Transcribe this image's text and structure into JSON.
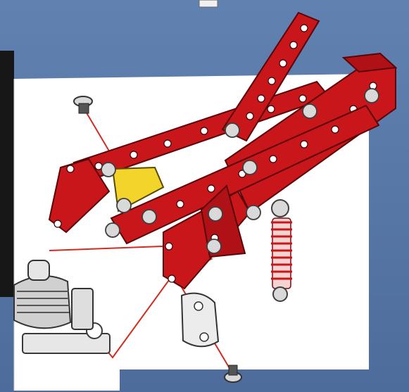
{
  "scene": {
    "title": "",
    "colors": {
      "background_top": "#5f7fae",
      "background_bottom": "#4f6e9f",
      "panel": "#ffffff",
      "dark_panel": "#1a1a1a",
      "strip_red": "#c8161b",
      "strip_dark": "#7a0b0e",
      "bracket_yellow": "#f3d42a",
      "hardware_gray": "#d9d9d9",
      "hardware_dark": "#444444",
      "exploded_line": "#d22b20"
    },
    "components": [
      {
        "name": "long-perforated-strip",
        "count": 2
      },
      {
        "name": "short-perforated-strip",
        "count": 3
      },
      {
        "name": "double-angle-bracket",
        "count": 2
      },
      {
        "name": "compression-spring",
        "count": 1
      },
      {
        "name": "motor-unit",
        "count": 1
      },
      {
        "name": "nut-and-bolt",
        "count": 12
      }
    ]
  }
}
